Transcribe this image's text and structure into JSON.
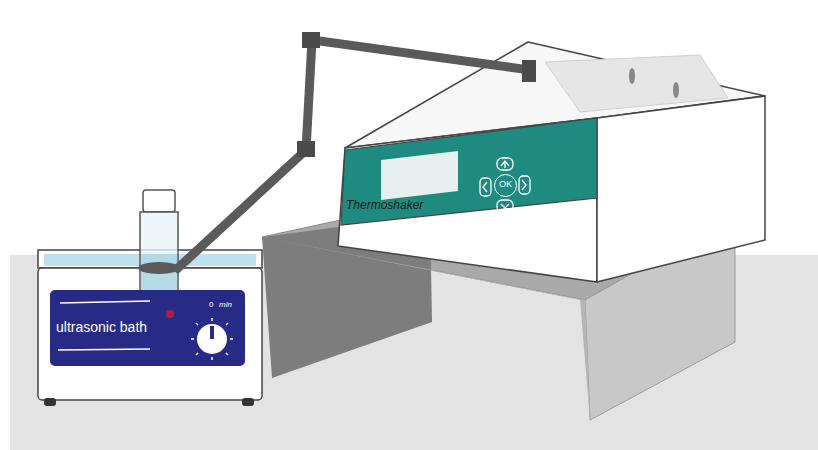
{
  "diagram": {
    "nodes": [
      {
        "text": [
          "ultrasonic bath",
          "0",
          "min"
        ]
      },
      {
        "text": [
          "Thermoshaker"
        ]
      },
      {
        "text": [
          "OK"
        ],
        "in": 1
      }
    ]
  }
}
